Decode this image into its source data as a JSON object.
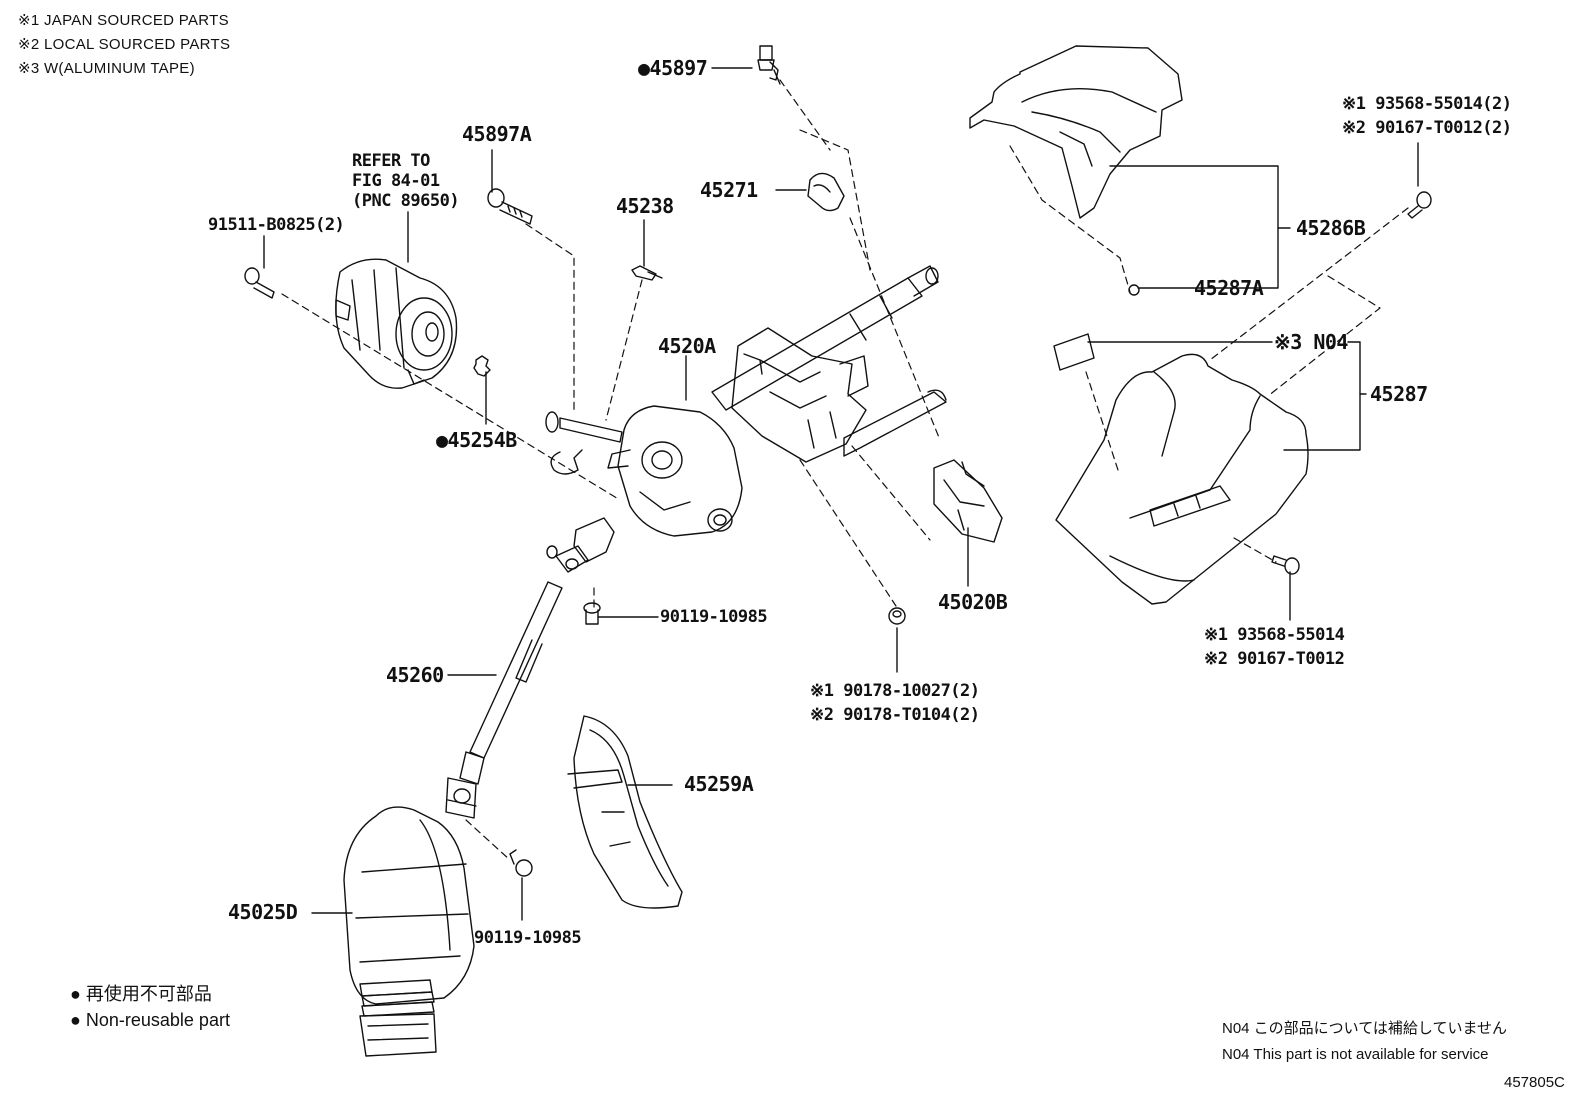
{
  "notes": {
    "n1": "※1 JAPAN SOURCED PARTS",
    "n2": "※2 LOCAL SOURCED PARTS",
    "n3": "※3 W(ALUMINUM TAPE)"
  },
  "parts": {
    "p45897": "●45897",
    "p45897A": "45897A",
    "refer1": "REFER TO",
    "refer2": "FIG 84-01",
    "refer3": "(PNC 89650)",
    "p91511": "91511-B0825(2)",
    "p45238": "45238",
    "p45271": "45271",
    "p4520A": "4520A",
    "p45254B": "●45254B",
    "p45020B": "45020B",
    "p9011910985a": "90119-10985",
    "p45260": "45260",
    "p45259A": "45259A",
    "p45025D": "45025D",
    "p9011910985b": "90119-10985",
    "p90178a": "※1 90178-10027(2)",
    "p90178b": "※2 90178-T0104(2)",
    "p93568top": "※1 93568-55014(2)",
    "p90167top": "※2 90167-T0012(2)",
    "p45286B": "45286B",
    "p45287A": "45287A",
    "pN04": "※3 N04",
    "p45287": "45287",
    "p93568bot": "※1 93568-55014",
    "p90167bot": "※2 90167-T0012"
  },
  "legend": {
    "jp": "● 再使用不可部品",
    "en": "● Non-reusable part"
  },
  "footnotes": {
    "jp": "N04 この部品については補給していません",
    "en": "N04 This part is not available for service"
  },
  "figure_id": "457805C"
}
